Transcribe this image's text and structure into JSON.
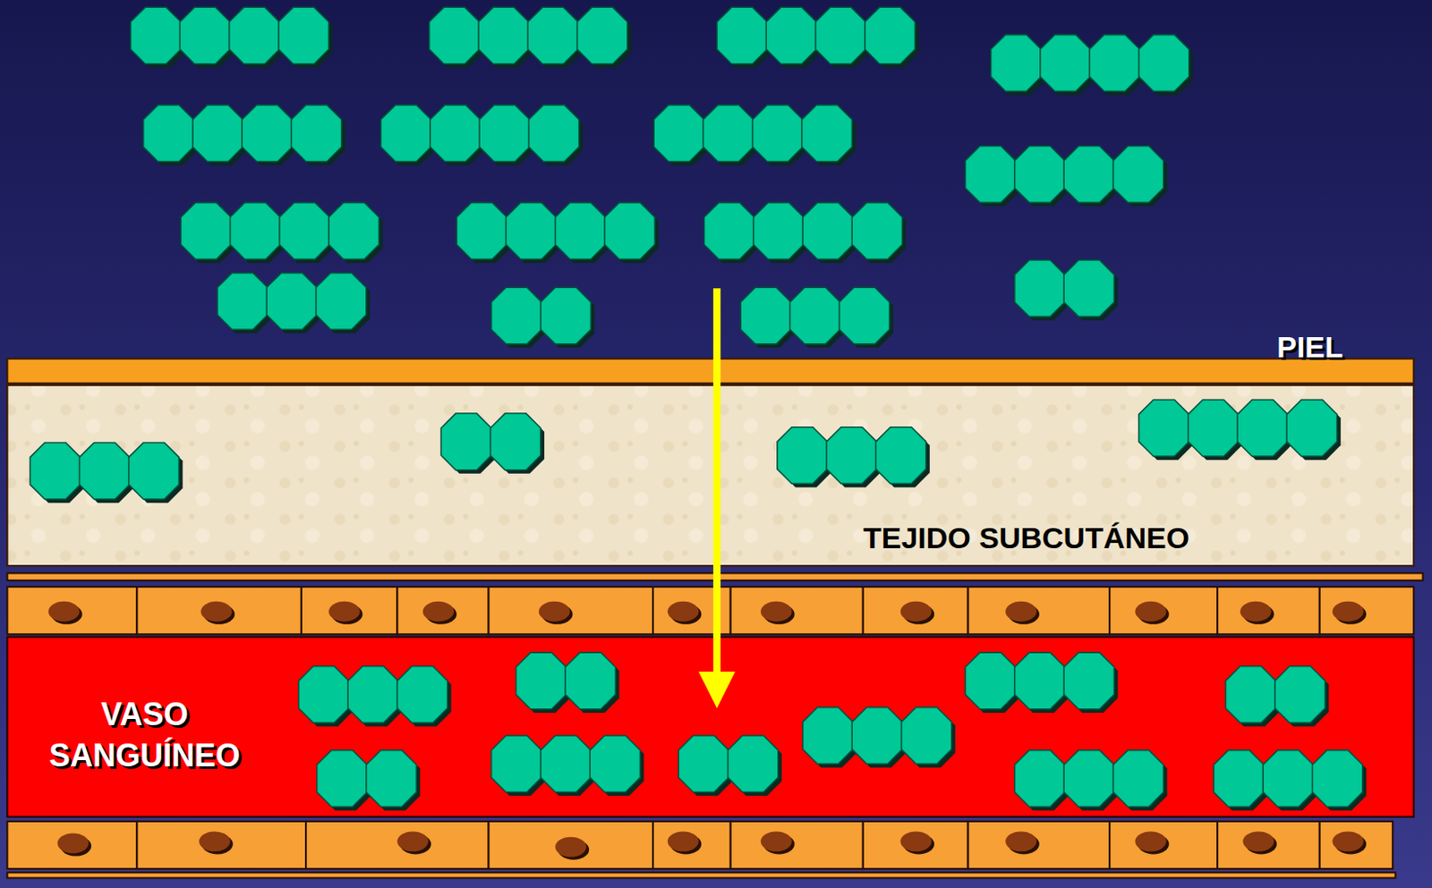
{
  "diagram": {
    "nodes": [
      {
        "text": [
          "PIEL"
        ]
      },
      {
        "text": [
          "TEJIDO SUBCUTÁNEO"
        ]
      },
      {
        "text": [
          "VASO SANGUÍNEO"
        ]
      }
    ]
  }
}
